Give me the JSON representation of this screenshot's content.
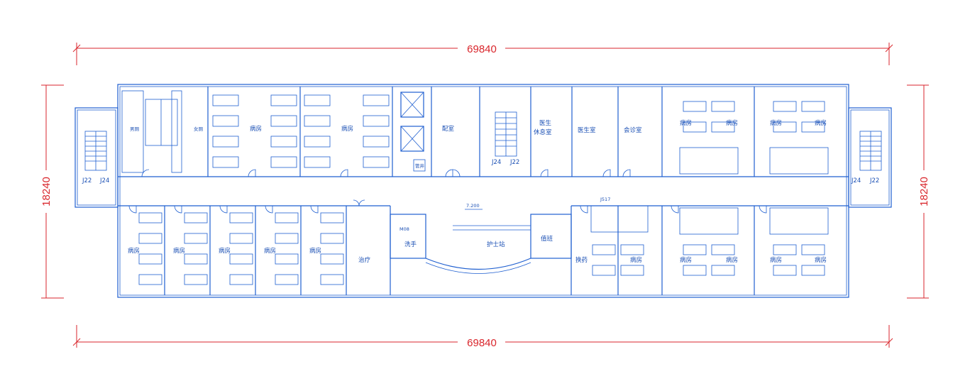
{
  "dimensions": {
    "top_width": "69840",
    "bottom_width": "69840",
    "left_height": "18240",
    "right_height": "18240"
  },
  "rooms": {
    "ward": "病房",
    "dressing": "换药",
    "nurse_station": "护士站",
    "duty": "值班",
    "doctor": "医生室",
    "doctor_rest": "医生",
    "doctor_rest2": "休息室",
    "consult": "会诊室",
    "washroom": "洗手",
    "treatment": "治疗",
    "shower_l": "男厕",
    "shower_r": "女厕",
    "office": "配室",
    "shaft": "管井"
  },
  "markers": {
    "level": "7.200",
    "left_stair_a": "J22",
    "left_stair_b": "J24",
    "right_stair_a": "J24",
    "right_stair_b": "J22",
    "mid_stair_a": "J24",
    "mid_stair_b": "J22",
    "window_tag": "J517",
    "door_tag": "M08"
  },
  "colors": {
    "walls": "#1f5fd0",
    "dimensions": "#d9262c"
  }
}
